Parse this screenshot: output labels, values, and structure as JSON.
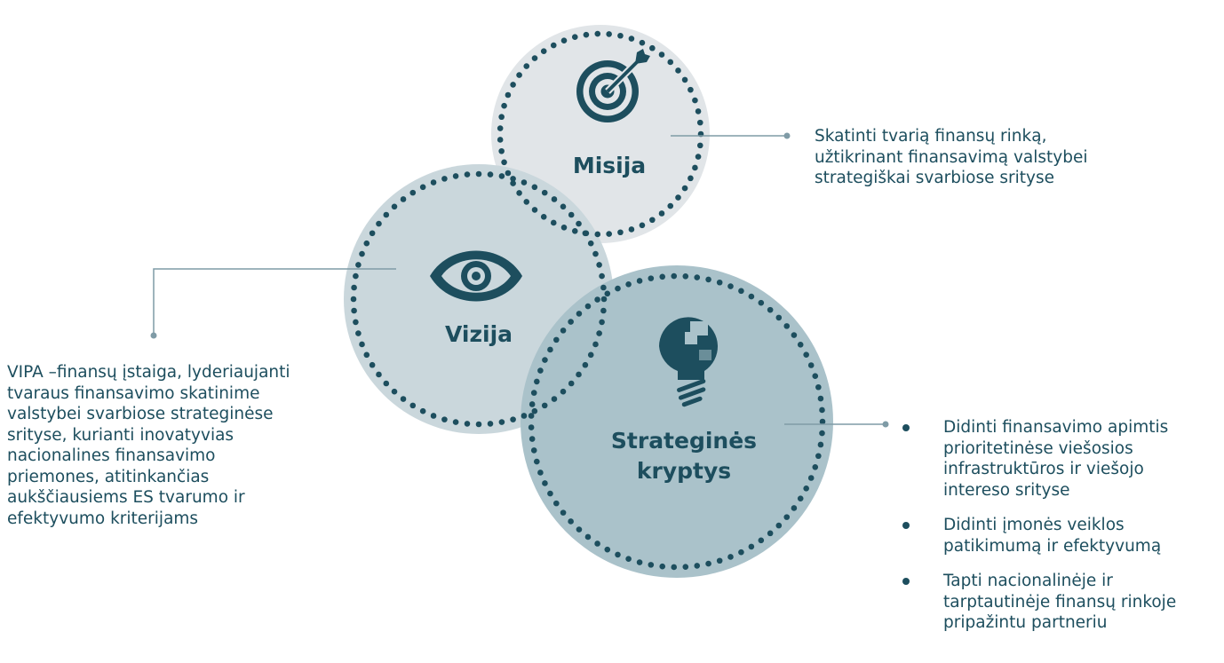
{
  "colors": {
    "accent": "#1d4e5e",
    "connector": "#7f9ba6",
    "misija_fill": "#e1e5e8",
    "vizija_fill": "#cad7dc",
    "kryptys_fill": "#aac2ca"
  },
  "circles": {
    "misija": {
      "title": "Misija",
      "icon": "target-arrow-icon"
    },
    "vizija": {
      "title": "Vizija",
      "icon": "eye-icon"
    },
    "kryptys": {
      "title_line1": "Strateginės",
      "title_line2": "kryptys",
      "icon": "lightbulb-puzzle-icon"
    }
  },
  "misija_text": {
    "line1": "Skatinti tvarią finansų rinką,",
    "line2": "užtikrinant finansavimą valstybei",
    "line3": "strategiškai svarbiose srityse"
  },
  "vizija_text": {
    "line1": "VIPA –finansų įstaiga, lyderiaujanti",
    "line2": "tvaraus finansavimo skatinime",
    "line3": "valstybei svarbiose strateginėse",
    "line4": "srityse, kurianti inovatyvias",
    "line5": "nacionalines finansavimo",
    "line6": "priemones, atitinkančias",
    "line7": "aukščiausiems ES tvarumo ir",
    "line8": "efektyvumo kriterijams"
  },
  "kryptys_items": [
    {
      "line1": "Didinti finansavimo apimtis",
      "line2": "prioritetinėse viešosios",
      "line3": "infrastruktūros ir viešojo",
      "line4": "intereso srityse"
    },
    {
      "line1": "Didinti įmonės veiklos",
      "line2": "patikimumą ir efektyvumą"
    },
    {
      "line1": "Tapti nacionalinėje ir",
      "line2": "tarptautinėje finansų rinkoje",
      "line3": "pripažintu partneriu"
    }
  ]
}
